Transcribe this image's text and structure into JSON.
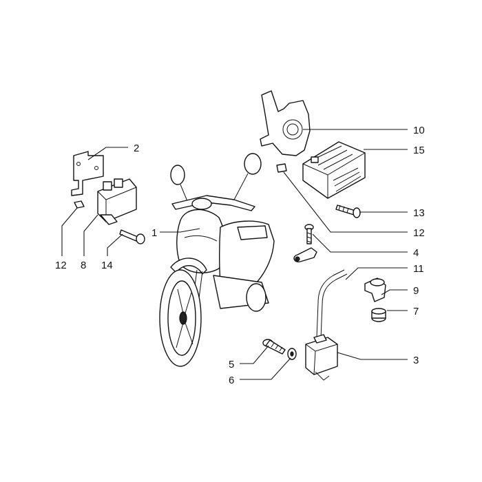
{
  "callouts": [
    {
      "id": "c1",
      "label": "1"
    },
    {
      "id": "c2",
      "label": "2"
    },
    {
      "id": "c3",
      "label": "3"
    },
    {
      "id": "c4",
      "label": "4"
    },
    {
      "id": "c5",
      "label": "5"
    },
    {
      "id": "c6",
      "label": "6"
    },
    {
      "id": "c7",
      "label": "7"
    },
    {
      "id": "c8",
      "label": "8"
    },
    {
      "id": "c9",
      "label": "9"
    },
    {
      "id": "c10",
      "label": "10"
    },
    {
      "id": "c11",
      "label": "11"
    },
    {
      "id": "c12a",
      "label": "12"
    },
    {
      "id": "c12b",
      "label": "12"
    },
    {
      "id": "c13",
      "label": "13"
    },
    {
      "id": "c14",
      "label": "14"
    },
    {
      "id": "c15",
      "label": "15"
    }
  ]
}
